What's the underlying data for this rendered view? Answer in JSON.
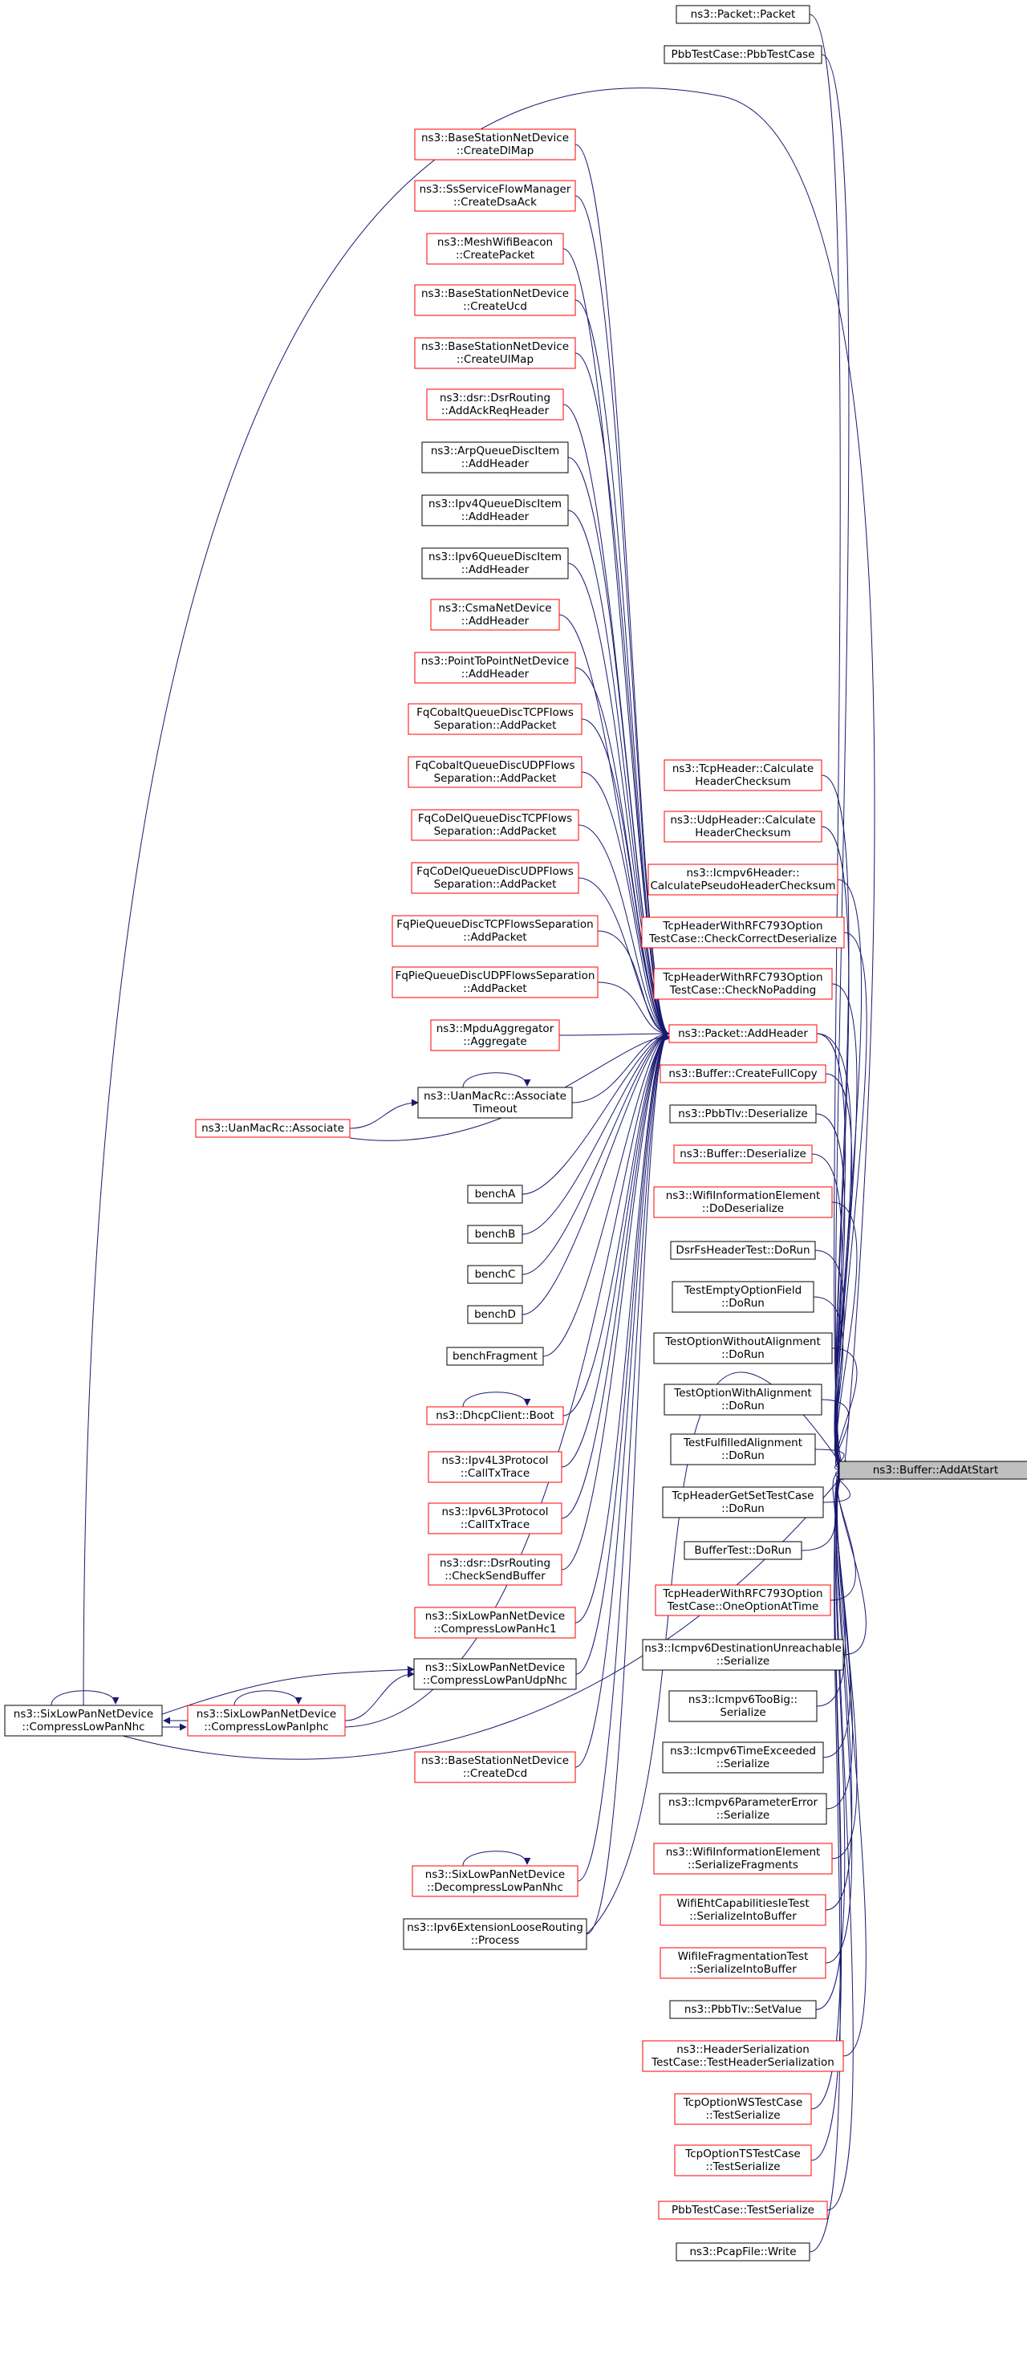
{
  "colors": {
    "edge": "#191970",
    "border_normal": "#000000",
    "border_truncated": "#ff0000",
    "focus_fill": "#bfbfbf",
    "node_fill": "#ffffff"
  },
  "focus": {
    "id": "focus",
    "lines": [
      "ns3::Buffer::AddAtStart"
    ]
  },
  "hub": {
    "id": "hub",
    "lines": [
      "ns3::Packet::AddHeader"
    ],
    "truncated": true
  },
  "right_callers": [
    {
      "id": "r_packet",
      "lines": [
        "ns3::Packet::Packet"
      ],
      "truncated": false
    },
    {
      "id": "r_pbbctor",
      "lines": [
        "PbbTestCase::PbbTestCase"
      ],
      "truncated": false
    },
    {
      "id": "r_tcpcs",
      "lines": [
        "ns3::TcpHeader::Calculate",
        "HeaderChecksum"
      ],
      "truncated": true
    },
    {
      "id": "r_udpcs",
      "lines": [
        "ns3::UdpHeader::Calculate",
        "HeaderChecksum"
      ],
      "truncated": true
    },
    {
      "id": "r_icmpcs",
      "lines": [
        "ns3::Icmpv6Header::",
        "CalculatePseudoHeaderChecksum"
      ],
      "truncated": true
    },
    {
      "id": "r_tcp793a",
      "lines": [
        "TcpHeaderWithRFC793Option",
        "TestCase::CheckCorrectDeserialize"
      ],
      "truncated": true
    },
    {
      "id": "r_tcp793b",
      "lines": [
        "TcpHeaderWithRFC793Option",
        "TestCase::CheckNoPadding"
      ],
      "truncated": true
    },
    {
      "id": "r_hub",
      "lines": [
        "ns3::Packet::AddHeader"
      ],
      "truncated": true
    },
    {
      "id": "r_cfc",
      "lines": [
        "ns3::Buffer::CreateFullCopy"
      ],
      "truncated": true
    },
    {
      "id": "r_pbbtlvdes",
      "lines": [
        "ns3::PbbTlv::Deserialize"
      ],
      "truncated": false
    },
    {
      "id": "r_bufdes",
      "lines": [
        "ns3::Buffer::Deserialize"
      ],
      "truncated": true
    },
    {
      "id": "r_wifidodes",
      "lines": [
        "ns3::WifiInformationElement",
        "::DoDeserialize"
      ],
      "truncated": true
    },
    {
      "id": "r_dsrfs",
      "lines": [
        "DsrFsHeaderTest::DoRun"
      ],
      "truncated": false
    },
    {
      "id": "r_teof",
      "lines": [
        "TestEmptyOptionField",
        "::DoRun"
      ],
      "truncated": false
    },
    {
      "id": "r_towa",
      "lines": [
        "TestOptionWithoutAlignment",
        "::DoRun"
      ],
      "truncated": false
    },
    {
      "id": "r_twa",
      "lines": [
        "TestOptionWithAlignment",
        "::DoRun"
      ],
      "truncated": false
    },
    {
      "id": "r_tfa",
      "lines": [
        "TestFulfilledAlignment",
        "::DoRun"
      ],
      "truncated": false
    },
    {
      "id": "r_thgs",
      "lines": [
        "TcpHeaderGetSetTestCase",
        "::DoRun"
      ],
      "truncated": false
    },
    {
      "id": "r_buftest",
      "lines": [
        "BufferTest::DoRun"
      ],
      "truncated": false
    },
    {
      "id": "r_tcp793c",
      "lines": [
        "TcpHeaderWithRFC793Option",
        "TestCase::OneOptionAtTime"
      ],
      "truncated": true
    },
    {
      "id": "r_icmpdu",
      "lines": [
        "ns3::Icmpv6DestinationUnreachable",
        "::Serialize"
      ],
      "truncated": false
    },
    {
      "id": "r_icmptb",
      "lines": [
        "ns3::Icmpv6TooBig::",
        "Serialize"
      ],
      "truncated": false
    },
    {
      "id": "r_icmpte",
      "lines": [
        "ns3::Icmpv6TimeExceeded",
        "::Serialize"
      ],
      "truncated": false
    },
    {
      "id": "r_icmppe",
      "lines": [
        "ns3::Icmpv6ParameterError",
        "::Serialize"
      ],
      "truncated": false
    },
    {
      "id": "r_wifisf",
      "lines": [
        "ns3::WifiInformationElement",
        "::SerializeFragments"
      ],
      "truncated": true
    },
    {
      "id": "r_wifieht",
      "lines": [
        "WifiEhtCapabilitiesIeTest",
        "::SerializeIntoBuffer"
      ],
      "truncated": true
    },
    {
      "id": "r_wififrag",
      "lines": [
        "WifiIeFragmentationTest",
        "::SerializeIntoBuffer"
      ],
      "truncated": true
    },
    {
      "id": "r_pbbsv",
      "lines": [
        "ns3::PbbTlv::SetValue"
      ],
      "truncated": false
    },
    {
      "id": "r_hdrser",
      "lines": [
        "ns3::HeaderSerialization",
        "TestCase::TestHeaderSerialization"
      ],
      "truncated": true
    },
    {
      "id": "r_tcpws",
      "lines": [
        "TcpOptionWSTestCase",
        "::TestSerialize"
      ],
      "truncated": true
    },
    {
      "id": "r_tcpts",
      "lines": [
        "TcpOptionTSTestCase",
        "::TestSerialize"
      ],
      "truncated": true
    },
    {
      "id": "r_pbbts",
      "lines": [
        "PbbTestCase::TestSerialize"
      ],
      "truncated": true
    },
    {
      "id": "r_pcap",
      "lines": [
        "ns3::PcapFile::Write"
      ],
      "truncated": false
    }
  ],
  "middle_callers": [
    {
      "id": "m_bscdl",
      "lines": [
        "ns3::BaseStationNetDevice",
        "::CreateDlMap"
      ],
      "truncated": true
    },
    {
      "id": "m_ssdsa",
      "lines": [
        "ns3::SsServiceFlowManager",
        "::CreateDsaAck"
      ],
      "truncated": true
    },
    {
      "id": "m_mesh",
      "lines": [
        "ns3::MeshWifiBeacon",
        "::CreatePacket"
      ],
      "truncated": true
    },
    {
      "id": "m_bsucd",
      "lines": [
        "ns3::BaseStationNetDevice",
        "::CreateUcd"
      ],
      "truncated": true
    },
    {
      "id": "m_bsul",
      "lines": [
        "ns3::BaseStationNetDevice",
        "::CreateUlMap"
      ],
      "truncated": true
    },
    {
      "id": "m_dsrack",
      "lines": [
        "ns3::dsr::DsrRouting",
        "::AddAckReqHeader"
      ],
      "truncated": true
    },
    {
      "id": "m_arpq",
      "lines": [
        "ns3::ArpQueueDiscItem",
        "::AddHeader"
      ],
      "truncated": false
    },
    {
      "id": "m_ip4q",
      "lines": [
        "ns3::Ipv4QueueDiscItem",
        "::AddHeader"
      ],
      "truncated": false
    },
    {
      "id": "m_ip6q",
      "lines": [
        "ns3::Ipv6QueueDiscItem",
        "::AddHeader"
      ],
      "truncated": false
    },
    {
      "id": "m_csma",
      "lines": [
        "ns3::CsmaNetDevice",
        "::AddHeader"
      ],
      "truncated": true
    },
    {
      "id": "m_p2p",
      "lines": [
        "ns3::PointToPointNetDevice",
        "::AddHeader"
      ],
      "truncated": true
    },
    {
      "id": "m_fqctcp",
      "lines": [
        "FqCobaltQueueDiscTCPFlows",
        "Separation::AddPacket"
      ],
      "truncated": true
    },
    {
      "id": "m_fqcudp",
      "lines": [
        "FqCobaltQueueDiscUDPFlows",
        "Separation::AddPacket"
      ],
      "truncated": true
    },
    {
      "id": "m_fqcdtcp",
      "lines": [
        "FqCoDelQueueDiscTCPFlows",
        "Separation::AddPacket"
      ],
      "truncated": true
    },
    {
      "id": "m_fqcdudp",
      "lines": [
        "FqCoDelQueueDiscUDPFlows",
        "Separation::AddPacket"
      ],
      "truncated": true
    },
    {
      "id": "m_fqptcp",
      "lines": [
        "FqPieQueueDiscTCPFlowsSeparation",
        "::AddPacket"
      ],
      "truncated": true
    },
    {
      "id": "m_fqpudp",
      "lines": [
        "FqPieQueueDiscUDPFlowsSeparation",
        "::AddPacket"
      ],
      "truncated": true
    },
    {
      "id": "m_mpdu",
      "lines": [
        "ns3::MpduAggregator",
        "::Aggregate"
      ],
      "truncated": true
    },
    {
      "id": "m_uanat",
      "lines": [
        "ns3::UanMacRc::Associate",
        "Timeout"
      ],
      "truncated": false
    },
    {
      "id": "m_uana",
      "lines": [
        "ns3::UanMacRc::Associate"
      ],
      "truncated": true
    },
    {
      "id": "m_bencha",
      "lines": [
        "benchA"
      ],
      "truncated": false
    },
    {
      "id": "m_benchb",
      "lines": [
        "benchB"
      ],
      "truncated": false
    },
    {
      "id": "m_benchc",
      "lines": [
        "benchC"
      ],
      "truncated": false
    },
    {
      "id": "m_benchd",
      "lines": [
        "benchD"
      ],
      "truncated": false
    },
    {
      "id": "m_benchf",
      "lines": [
        "benchFragment"
      ],
      "truncated": false
    },
    {
      "id": "m_dhcp",
      "lines": [
        "ns3::DhcpClient::Boot"
      ],
      "truncated": true
    },
    {
      "id": "m_ip4l3",
      "lines": [
        "ns3::Ipv4L3Protocol",
        "::CallTxTrace"
      ],
      "truncated": true
    },
    {
      "id": "m_ip6l3",
      "lines": [
        "ns3::Ipv6L3Protocol",
        "::CallTxTrace"
      ],
      "truncated": true
    },
    {
      "id": "m_dsrcsb",
      "lines": [
        "ns3::dsr::DsrRouting",
        "::CheckSendBuffer"
      ],
      "truncated": true
    },
    {
      "id": "m_sixhc1",
      "lines": [
        "ns3::SixLowPanNetDevice",
        "::CompressLowPanHc1"
      ],
      "truncated": true
    },
    {
      "id": "m_sixudp",
      "lines": [
        "ns3::SixLowPanNetDevice",
        "::CompressLowPanUdpNhc"
      ],
      "truncated": false
    },
    {
      "id": "m_sixiphc",
      "lines": [
        "ns3::SixLowPanNetDevice",
        "::CompressLowPanIphc"
      ],
      "truncated": true
    },
    {
      "id": "m_sixnhc",
      "lines": [
        "ns3::SixLowPanNetDevice",
        "::CompressLowPanNhc"
      ],
      "truncated": false
    },
    {
      "id": "m_bsdcd",
      "lines": [
        "ns3::BaseStationNetDevice",
        "::CreateDcd"
      ],
      "truncated": true
    },
    {
      "id": "m_sixdec",
      "lines": [
        "ns3::SixLowPanNetDevice",
        "::DecompressLowPanNhc"
      ],
      "truncated": true
    },
    {
      "id": "m_ip6ext",
      "lines": [
        "ns3::Ipv6ExtensionLooseRouting",
        "::Process"
      ],
      "truncated": false
    }
  ]
}
